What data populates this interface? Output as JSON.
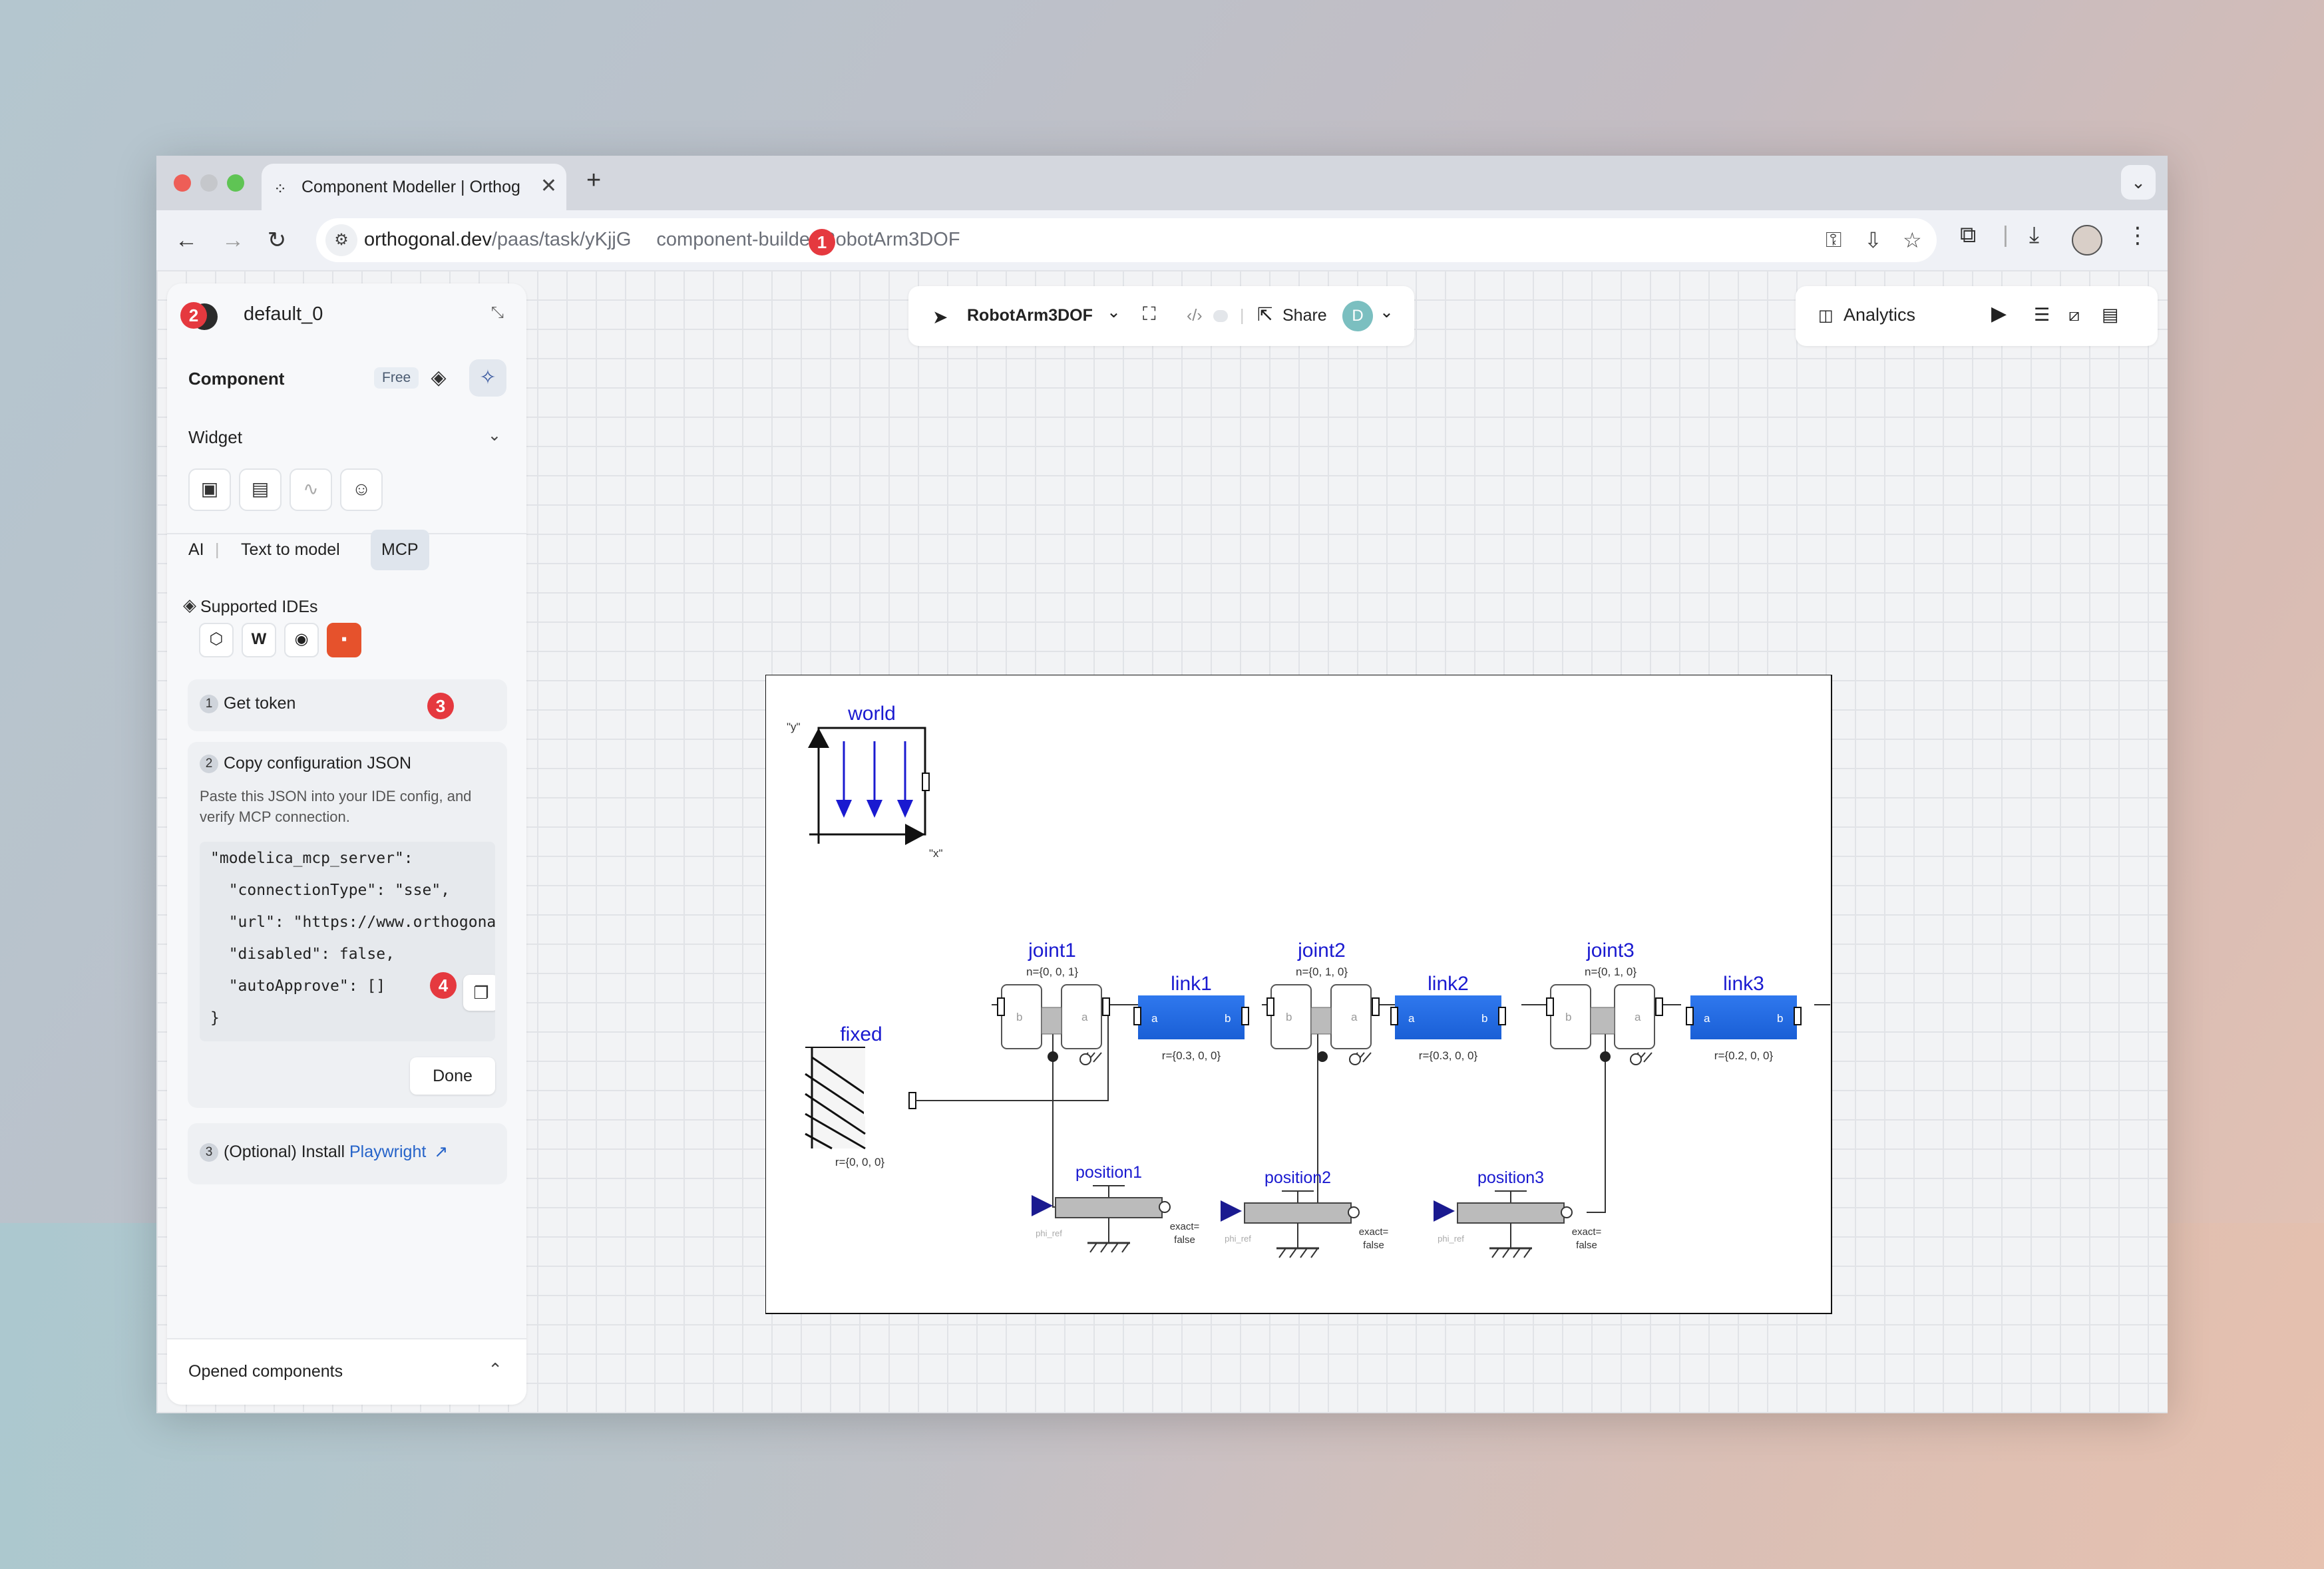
{
  "browser": {
    "tab_title": "Component Modeller | Orthogonal",
    "tab_close": "✕",
    "new_tab": "+",
    "url_host": "orthogonal.dev",
    "url_path_1": "/paas/task/yKjjG",
    "url_path_2": "component-builder/RobotArm3DOF"
  },
  "annotations": {
    "b1": "1",
    "b2": "2",
    "b3": "3",
    "b4": "4"
  },
  "left_panel": {
    "user_name": "default_0",
    "component_label": "Component",
    "free_label": "Free",
    "widget_label": "Widget",
    "modes": [
      "AI",
      "Text to model",
      "MCP"
    ],
    "supported_ides_label": "Supported IDEs",
    "step1_num": "1",
    "step1_label": "Get token",
    "step2_num": "2",
    "step2_label": "Copy configuration JSON",
    "step2_desc": "Paste this JSON into your IDE config, and verify MCP connection.",
    "code_lines": [
      "\"modelica_mcp_server\":",
      "  \"connectionType\": \"sse\",",
      "  \"url\": \"https://www.orthogonal.dev\",",
      "  \"disabled\": false,",
      "  \"autoApprove\": []",
      "}"
    ],
    "done_label": "Done",
    "step3_num": "3",
    "step3_prefix": "(Optional) Install ",
    "step3_link": "Playwright",
    "opened_components": "Opened components"
  },
  "top_toolbar": {
    "model_name": "RobotArm3DOF",
    "share_label": "Share",
    "avatar_initial": "D"
  },
  "right_toolbar": {
    "analytics_label": "Analytics"
  },
  "diagram": {
    "world_label": "world",
    "axis_y": "\"y\"",
    "axis_x": "\"x\"",
    "fixed_label": "fixed",
    "fixed_r": "r={0, 0, 0}",
    "joints": [
      {
        "name": "joint1",
        "n": "n={0, 0, 1}"
      },
      {
        "name": "joint2",
        "n": "n={0, 1, 0}"
      },
      {
        "name": "joint3",
        "n": "n={0, 1, 0}"
      }
    ],
    "links": [
      {
        "name": "link1",
        "r": "r={0.3, 0, 0}"
      },
      {
        "name": "link2",
        "r": "r={0.3, 0, 0}"
      },
      {
        "name": "link3",
        "r": "r={0.2, 0, 0}"
      }
    ],
    "positions": [
      "position1",
      "position2",
      "position3"
    ],
    "phi_ref": "phi_ref",
    "exact_1": "exact=",
    "exact_2": "false",
    "port_a": "a",
    "port_b": "b"
  }
}
